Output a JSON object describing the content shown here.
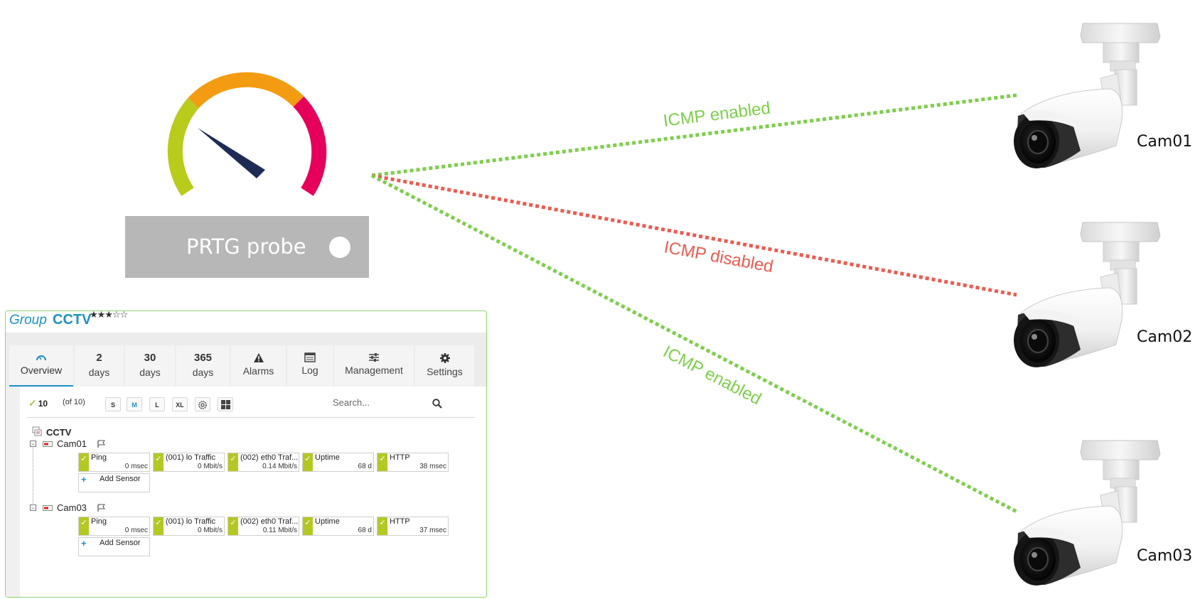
{
  "probe": {
    "label": "PRTG probe"
  },
  "links": [
    {
      "label": "ICMP enabled",
      "status": "enabled",
      "color": "#7dcf4a"
    },
    {
      "label": "ICMP disabled",
      "status": "disabled",
      "color": "#ee5a4f"
    },
    {
      "label": "ICMP enabled",
      "status": "enabled",
      "color": "#7dcf4a"
    }
  ],
  "cameras": [
    {
      "label": "Cam01"
    },
    {
      "label": "Cam02"
    },
    {
      "label": "Cam03"
    }
  ],
  "colors": {
    "gauge_green": "#b9cb1b",
    "gauge_orange": "#f39c12",
    "gauge_red": "#e6005c",
    "needle": "#1e2b55",
    "probe_box": "#b7b7b7",
    "prtg_blue": "#1c91c6",
    "sensor_ok": "#b4c824",
    "panel_border": "#8fd36f"
  },
  "panel": {
    "group_word": "Group",
    "group_name": "CCTV",
    "stars": "★★★☆☆",
    "tabs": [
      {
        "top": "",
        "bottom": "Overview",
        "icon": "gauge-icon"
      },
      {
        "top": "2",
        "bottom": "days"
      },
      {
        "top": "30",
        "bottom": "days"
      },
      {
        "top": "365",
        "bottom": "days"
      },
      {
        "top": "",
        "bottom": "Alarms",
        "icon": "warning-icon"
      },
      {
        "top": "",
        "bottom": "Log",
        "icon": "log-icon"
      },
      {
        "top": "",
        "bottom": "Management",
        "icon": "sliders-icon"
      },
      {
        "top": "",
        "bottom": "Settings",
        "icon": "gear-icon"
      }
    ],
    "toolbar": {
      "ok_count": "10",
      "total": "(of 10)",
      "sizes": [
        "S",
        "M",
        "L",
        "XL"
      ],
      "active_size": "M",
      "search_placeholder": "Search..."
    },
    "tree": {
      "root_label": "CCTV",
      "devices": [
        {
          "name": "Cam01",
          "sensors": [
            {
              "name": "Ping",
              "value": "0 msec"
            },
            {
              "name": "(001) lo Traffic",
              "value": "0 Mbit/s"
            },
            {
              "name": "(002) eth0 Traf...",
              "value": "0.14 Mbit/s"
            },
            {
              "name": "Uptime",
              "value": "68 d"
            },
            {
              "name": "HTTP",
              "value": "38 msec"
            }
          ],
          "add_label": "Add Sensor"
        },
        {
          "name": "Cam03",
          "sensors": [
            {
              "name": "Ping",
              "value": "0 msec"
            },
            {
              "name": "(001) lo Traffic",
              "value": "0 Mbit/s"
            },
            {
              "name": "(002) eth0 Traf...",
              "value": "0.11 Mbit/s"
            },
            {
              "name": "Uptime",
              "value": "68 d"
            },
            {
              "name": "HTTP",
              "value": "37 msec"
            }
          ],
          "add_label": "Add Sensor"
        }
      ]
    }
  }
}
